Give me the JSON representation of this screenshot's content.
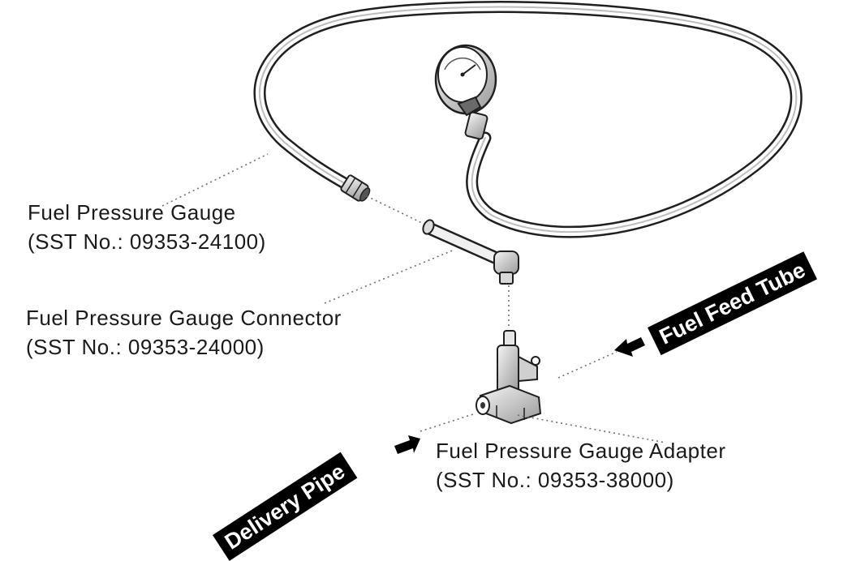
{
  "labels": {
    "gauge_name": "Fuel Pressure Gauge",
    "gauge_sst": "(SST No.: 09353-24100)",
    "connector_name": "Fuel Pressure Gauge Connector",
    "connector_sst": "(SST No.: 09353-24000)",
    "adapter_name": "Fuel Pressure Gauge Adapter",
    "adapter_sst": "(SST No.: 09353-38000)"
  },
  "tags": {
    "fuel_feed_tube": "Fuel Feed Tube",
    "delivery_pipe": "Delivery Pipe"
  },
  "icons": {
    "gauge": "pressure-gauge-icon",
    "hose": "fuel-hose-icon",
    "connector": "gauge-connector-icon",
    "adapter": "gauge-adapter-icon",
    "arrow": "flow-arrow-icon"
  }
}
